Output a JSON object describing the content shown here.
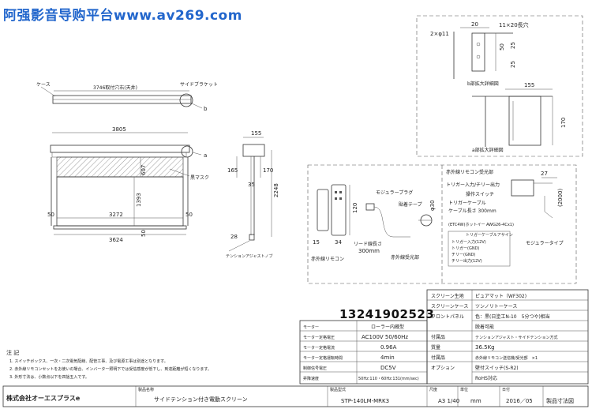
{
  "watermark": "阿强影音导购平台www.av269.com",
  "phone": "13241902523",
  "front_view": {
    "label_case": "ケース",
    "label_mount": "3746取付穴右(天井)",
    "label_side_bracket": "サイドブラケット",
    "label_b": "b",
    "label_a": "a",
    "dim_overall": "3805",
    "dim_screen": "3272",
    "dim_bottom": "3624",
    "dim_left_edge": "50",
    "dim_right_edge": "50",
    "dim_bottom_small": "50",
    "dim_height": "1393",
    "dim_mask": "607",
    "label_black_mask": "黒マスク"
  },
  "side_view": {
    "dim_155": "155",
    "dim_165": "165",
    "dim_170": "170",
    "dim_35": "35",
    "dim_2248": "2248",
    "dim_28": "28",
    "label_tension": "テンションアジャストノブ"
  },
  "detail_b": {
    "label_holes": "2×φ11",
    "dim_20": "20",
    "label_slot": "11×20長穴",
    "dim_50": "50",
    "dim_25a": "25",
    "dim_25b": "25",
    "caption": "b部拡大詳細図"
  },
  "detail_a": {
    "dim_155": "155",
    "dim_170": "170",
    "caption": "a部拡大詳細図"
  },
  "remote_box": {
    "dim_120": "120",
    "dim_15": "15",
    "dim_34": "34",
    "label_remote": "赤外線リモコン",
    "label_modular": "モジュラープラグ",
    "label_tape": "貼着テープ",
    "dim_phi30": "φ30",
    "label_lead": "リード線長さ",
    "dim_lead": "300mm",
    "label_receiver": "赤外線受光部",
    "label_receiver_top": "赤外線リモコン受光部",
    "label_trigger_in": "トリガー入力/チリー出力",
    "label_switch": "操作スイッチ",
    "label_trigger_cable": "トリガーケーブル",
    "label_cable_len": "ケーブル長さ 300mm",
    "dim_27": "27",
    "dim_2000": "(2000)",
    "label_modular_type": "モジュラータイプ",
    "trigger_table_title": "トリガーケーブルアサイン",
    "trigger_rows": [
      "トリガー入力(12V)",
      "トリガー(GND)",
      "チリー(GND)",
      "チリー出力(12V)"
    ],
    "trigger_note": "(ETC4W)ホットイー AWG26-4Cx1)"
  },
  "spec_right": {
    "rows": [
      {
        "label": "スクリーン生地",
        "value": "ピュアマット（WF302)"
      },
      {
        "label": "スクリーンケース",
        "value": "ツンノリトーケース"
      },
      {
        "label": "フロントパネル",
        "value": "色：黒(日塗工N-10　5分つや)相当"
      },
      {
        "label": "",
        "value": "脱着可能"
      },
      {
        "label": "付属品",
        "value": "テンションアジャスト・サイドテンション方式"
      },
      {
        "label": "質量",
        "value": "36.5Kg"
      },
      {
        "label": "付属品",
        "value": "赤外線リモコン送信機/受光部　×1"
      },
      {
        "label": "オプション",
        "value": "壁付スイッチ(S-R2)"
      },
      {
        "label": "",
        "value": "RoHS対応"
      }
    ]
  },
  "spec_left": {
    "rows": [
      {
        "label": "モーター",
        "value": "ローラー内蔵型"
      },
      {
        "label": "モーター定格電圧",
        "value": "AC100V 50/60Hz"
      },
      {
        "label": "モーター定格電流",
        "value": "0.96A"
      },
      {
        "label": "モーター定格運転時間",
        "value": "4min"
      },
      {
        "label": "制御信号電圧",
        "value": "DC5V"
      },
      {
        "label": "昇降速度",
        "value": "50Hz:110・60Hz:131(mm/sec)"
      }
    ]
  },
  "notes": {
    "title": "注 記",
    "lines": [
      "1. スイッチボックス、一次・二次電気配線、配管工事、及び電源工事は別途となります。",
      "2. 赤外線リモコンセットをお使いの場合、インバーター照明下では受信感度が低下し、到達距離が短くなります。",
      "3. 外形寸法は、小数点以下を四捨五入です。"
    ]
  },
  "title_block": {
    "company": "株式会社オーエスプラスe",
    "name_label": "製品名称",
    "name": "サイドテンション付き電動スクリーン",
    "model_label": "製品型式",
    "model": "STP-140LM-MRK3",
    "scale_label": "尺度",
    "scale": "A3  1/40",
    "unit_label": "単位",
    "unit": "mm",
    "date_label": "日付",
    "date": "2016／05",
    "status": "製品寸法図"
  }
}
